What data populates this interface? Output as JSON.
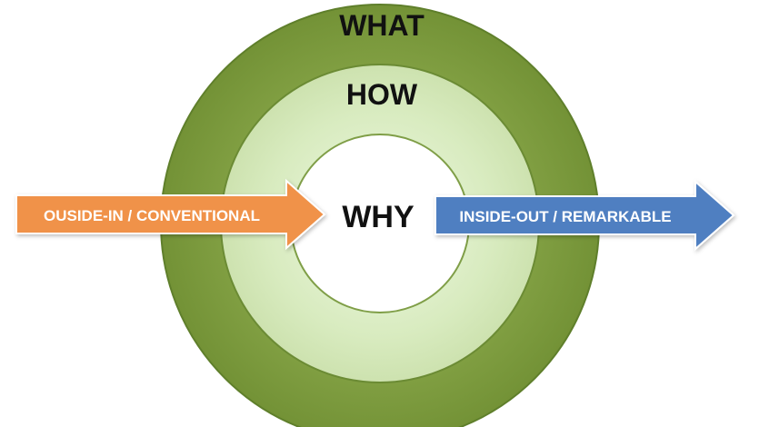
{
  "diagram": {
    "rings": [
      {
        "id": "outer",
        "label": "WHAT",
        "fill": "#7a9a3c"
      },
      {
        "id": "middle",
        "label": "HOW",
        "fill": "#d2e7b6"
      },
      {
        "id": "inner",
        "label": "WHY",
        "fill": "#ffffff"
      }
    ],
    "arrows": [
      {
        "id": "left",
        "label": "OUSIDE-IN / CONVENTIONAL",
        "fill": "#f0924a",
        "stroke": "#ffffff"
      },
      {
        "id": "right",
        "label": "INSIDE-OUT / REMARKABLE",
        "fill": "#4f7fc1",
        "stroke": "#ffffff"
      }
    ]
  }
}
